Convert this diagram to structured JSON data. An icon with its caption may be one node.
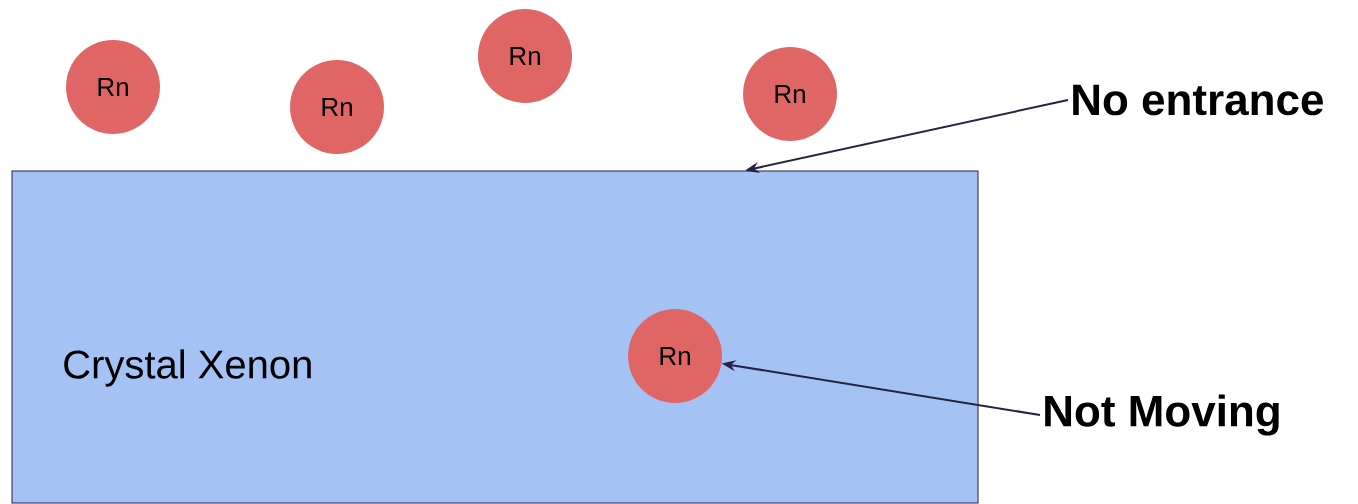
{
  "diagram": {
    "nodes": [
      {
        "text": [
          "Crystal Xenon"
        ]
      },
      {
        "text": [
          "Rn"
        ]
      },
      {
        "text": [
          "Rn"
        ]
      },
      {
        "text": [
          "Rn"
        ]
      },
      {
        "text": [
          "Rn"
        ]
      },
      {
        "text": [
          "No entrance"
        ]
      },
      {
        "text": [
          "Rn"
        ],
        "in": 0
      },
      {
        "text": [
          "Not Moving"
        ]
      }
    ],
    "edges": [
      {
        "from": 5,
        "to": 0,
        "arrow": "to"
      },
      {
        "from": 7,
        "to": 6,
        "arrow": "to"
      }
    ]
  }
}
